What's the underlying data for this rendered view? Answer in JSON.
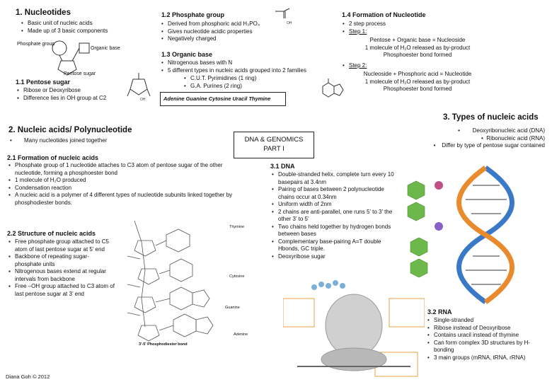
{
  "nucleotides": {
    "title": "1. Nucleotides",
    "bullets": [
      "Basic unit of nucleic acids",
      "Made up of 3 basic components"
    ],
    "labels": {
      "phosphate": "Phosphate group",
      "base": "Organic base",
      "sugar": "Pentose sugar"
    }
  },
  "pentose": {
    "title": "1.1 Pentose sugar",
    "bullets": [
      "Ribose or Deoxyribose",
      "Difference lies in OH group at C2"
    ]
  },
  "phosphate": {
    "title": "1.2 Phosphate group",
    "bullets": [
      "Derived from phosphoric acid H₃PO₄",
      "Gives nucleotide acidic properties",
      "Negatively charged"
    ]
  },
  "organic_base": {
    "title": "1.3 Organic base",
    "bullets": [
      "Nitrogenous bases with N",
      "5 different types in nucleic acids grouped into 2 families"
    ],
    "sub_bullets": [
      "C.U.T. Pyrimidines (1 ring)",
      "G.A. Purines (2 ring)"
    ],
    "base_names": "Adenine Guanine Cytosine Uracil Thymine"
  },
  "formation": {
    "title": "1.4 Formation of Nucleotide",
    "bullets": [
      "2 step process",
      "Step 1:"
    ],
    "step1_lines": [
      "Pentose + Organic base = Nucleoside",
      "1 molecule of H₂O released as by-product",
      "Phosphoester bond formed"
    ],
    "step2_label": "Step 2:",
    "step2_lines": [
      "Nucleoside + Phosphoric acid = Nucleotide",
      "1 molecule of H₂O released as by-product",
      "Phosphoester bond formed"
    ]
  },
  "polynucleotide": {
    "title": "2. Nucleic acids/ Polynucleotide",
    "bullets": [
      "Many nucleotides joined together"
    ]
  },
  "formation_na": {
    "title": "2.1 Formation of nucleic acids",
    "bullets": [
      "Phosphate group of 1 nucleotide attaches to C3 atom of pentose sugar of the other nucleotide, forming a phosphoester bond",
      "1 molecule of H₂O produced",
      "Condensation reaction",
      "A nucleic acid is a polymer of 4 different types of nucleotide subunits linked together by phosphodiester bonds."
    ]
  },
  "structure": {
    "title": "2.2 Structure of nucleic acids",
    "bullets": [
      "Free phosphate group attached to C5 atom of last pentose sugar at 5’ end",
      "Backbone of repeating sugar-phosphate units",
      "Nitrogenous bases extend at regular intervals from backbone",
      "Free –OH group attached to C3 atom of last pentose sugar at 3’ end"
    ],
    "figure_labels": [
      "Thymine",
      "Cytosine",
      "Guanine",
      "Adenine",
      "3'-5' Phosphodiester bond"
    ]
  },
  "center_box": {
    "line1": "DNA & GENOMICS",
    "line2": "PART I"
  },
  "types": {
    "title": "3. Types of nucleic acids",
    "bullets": [
      "Deoxyribonucleic acid (DNA)",
      "Ribonucleic acid (RNA)",
      "Differ by type of pentose sugar contained"
    ]
  },
  "dna": {
    "title": "3.1 DNA",
    "bullets": [
      "Double-stranded helix, complete turn every 10 basepairs at 3.4nm",
      "Pairing of bases between 2 polynucleotide chains occur at 0.34nm",
      "Uniform width of 2nm",
      "2 chains are anti-parallel, one runs 5’ to 3’ the other 3’ to 5’",
      "Two chains held together by hydrogen bonds between bases",
      "Complementary base-pairing A=T double Hbonds, GC triple.",
      "Deoxyribose sugar"
    ]
  },
  "rna": {
    "title": "3.2 RNA",
    "bullets": [
      "Single-stranded",
      "Ribose instead of Deoxyribose",
      "Contains uracil instead of thymine",
      "Can form complex 3D structures by H-bonding",
      "3 main groups (mRNA, tRNA, rRNA)"
    ]
  },
  "footer": {
    "credit": "Diana Goh © 2012"
  },
  "colors": {
    "text": "#111111",
    "helix_blue": "#3a78c8",
    "helix_orange": "#e98a2c",
    "base_green": "#6db84a",
    "ribosome": "#c8c8c8",
    "note_orange": "#e8a040"
  }
}
